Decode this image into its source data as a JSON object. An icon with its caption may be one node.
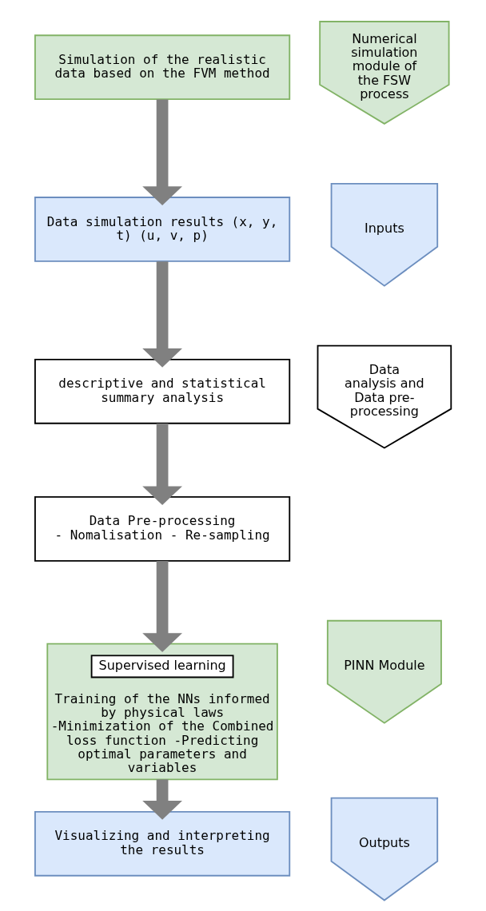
{
  "diagram": {
    "nodes": [
      {
        "text": [
          "Simulation of the realistic data based on the FVM method"
        ]
      },
      {
        "text": [
          "Data simulation results (x, y, t) (u, v, p)"
        ]
      },
      {
        "text": [
          "descriptive and statistical summary analysis"
        ]
      },
      {
        "text": [
          "Data Pre-processing",
          "- Nomalisation - Re-sampling"
        ]
      },
      {
        "text": [
          "Training of the NNs informed by physical laws",
          "-Minimization of the Combined loss function -Predicting optimal parameters and variables"
        ]
      },
      {
        "text": [
          "Supervised learning"
        ],
        "in": 4
      },
      {
        "text": [
          "Visualizing and interpreting the results"
        ]
      },
      {
        "text": [
          "Numerical simulation module of the FSW process"
        ]
      },
      {
        "text": [
          "Inputs"
        ]
      },
      {
        "text": [
          "Data analysis and Data pre-processing"
        ]
      },
      {
        "text": [
          "PINN Module"
        ]
      },
      {
        "text": [
          "Outputs"
        ]
      }
    ],
    "edges": [
      {
        "from": 0,
        "to": 1,
        "arrow": "to"
      },
      {
        "from": 1,
        "to": 2,
        "arrow": "to"
      },
      {
        "from": 2,
        "to": 3,
        "arrow": "to"
      },
      {
        "from": 3,
        "to": 4,
        "arrow": "to"
      },
      {
        "from": 4,
        "to": 6,
        "arrow": "to"
      }
    ]
  }
}
